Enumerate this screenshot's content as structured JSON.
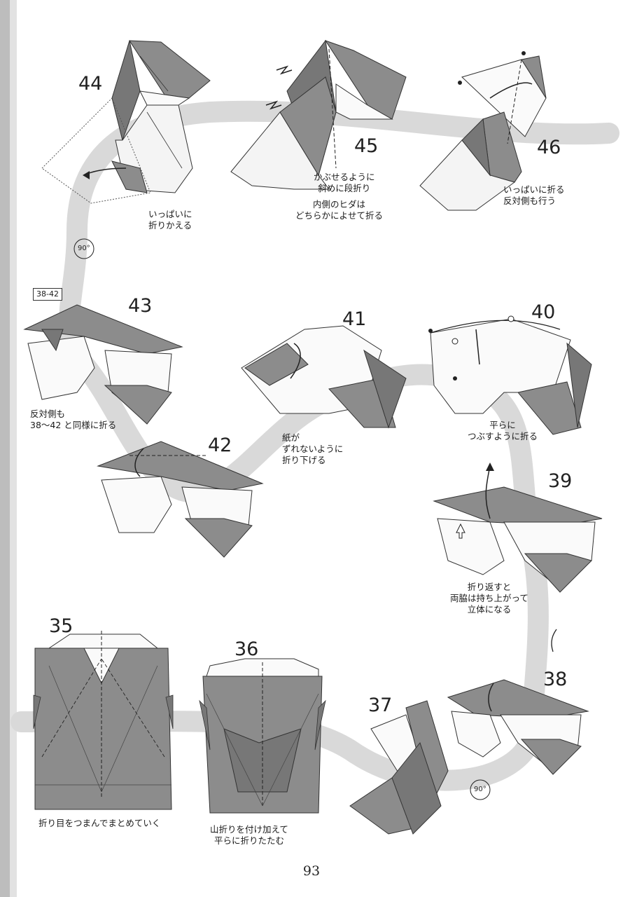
{
  "page_number": "93",
  "colors": {
    "paper_gray": "#8c8c8c",
    "paper_dark": "#6f6f6f",
    "paper_white": "#f7f7f7",
    "band": "#d6d6d6"
  },
  "reference_box": "38-42",
  "rotate_label": "90°",
  "steps": [
    {
      "number": "44",
      "caption": [
        "いっぱいに",
        "折りかえる"
      ]
    },
    {
      "number": "45",
      "caption": [
        "かぶせるように",
        "斜めに段折り"
      ],
      "caption2": [
        "内側のヒダは",
        "どちらかによせて折る"
      ]
    },
    {
      "number": "46",
      "caption": [
        "いっぱいに折る",
        "反対側も行う"
      ]
    },
    {
      "number": "43",
      "caption": [
        "反対側も",
        "38～42 と同様に折る"
      ]
    },
    {
      "number": "41",
      "caption": [
        "紙が",
        "ずれないように",
        "折り下げる"
      ]
    },
    {
      "number": "40",
      "caption": [
        "平らに",
        "つぶすように折る"
      ]
    },
    {
      "number": "42",
      "caption": []
    },
    {
      "number": "39",
      "caption": [
        "折り返すと",
        "両脇は持ち上がって",
        "立体になる"
      ]
    },
    {
      "number": "35",
      "caption": [
        "折り目をつまんでまとめていく"
      ]
    },
    {
      "number": "36",
      "caption": [
        "山折りを付け加えて",
        "平らに折りたたむ"
      ]
    },
    {
      "number": "37",
      "caption": []
    },
    {
      "number": "38",
      "caption": []
    }
  ]
}
